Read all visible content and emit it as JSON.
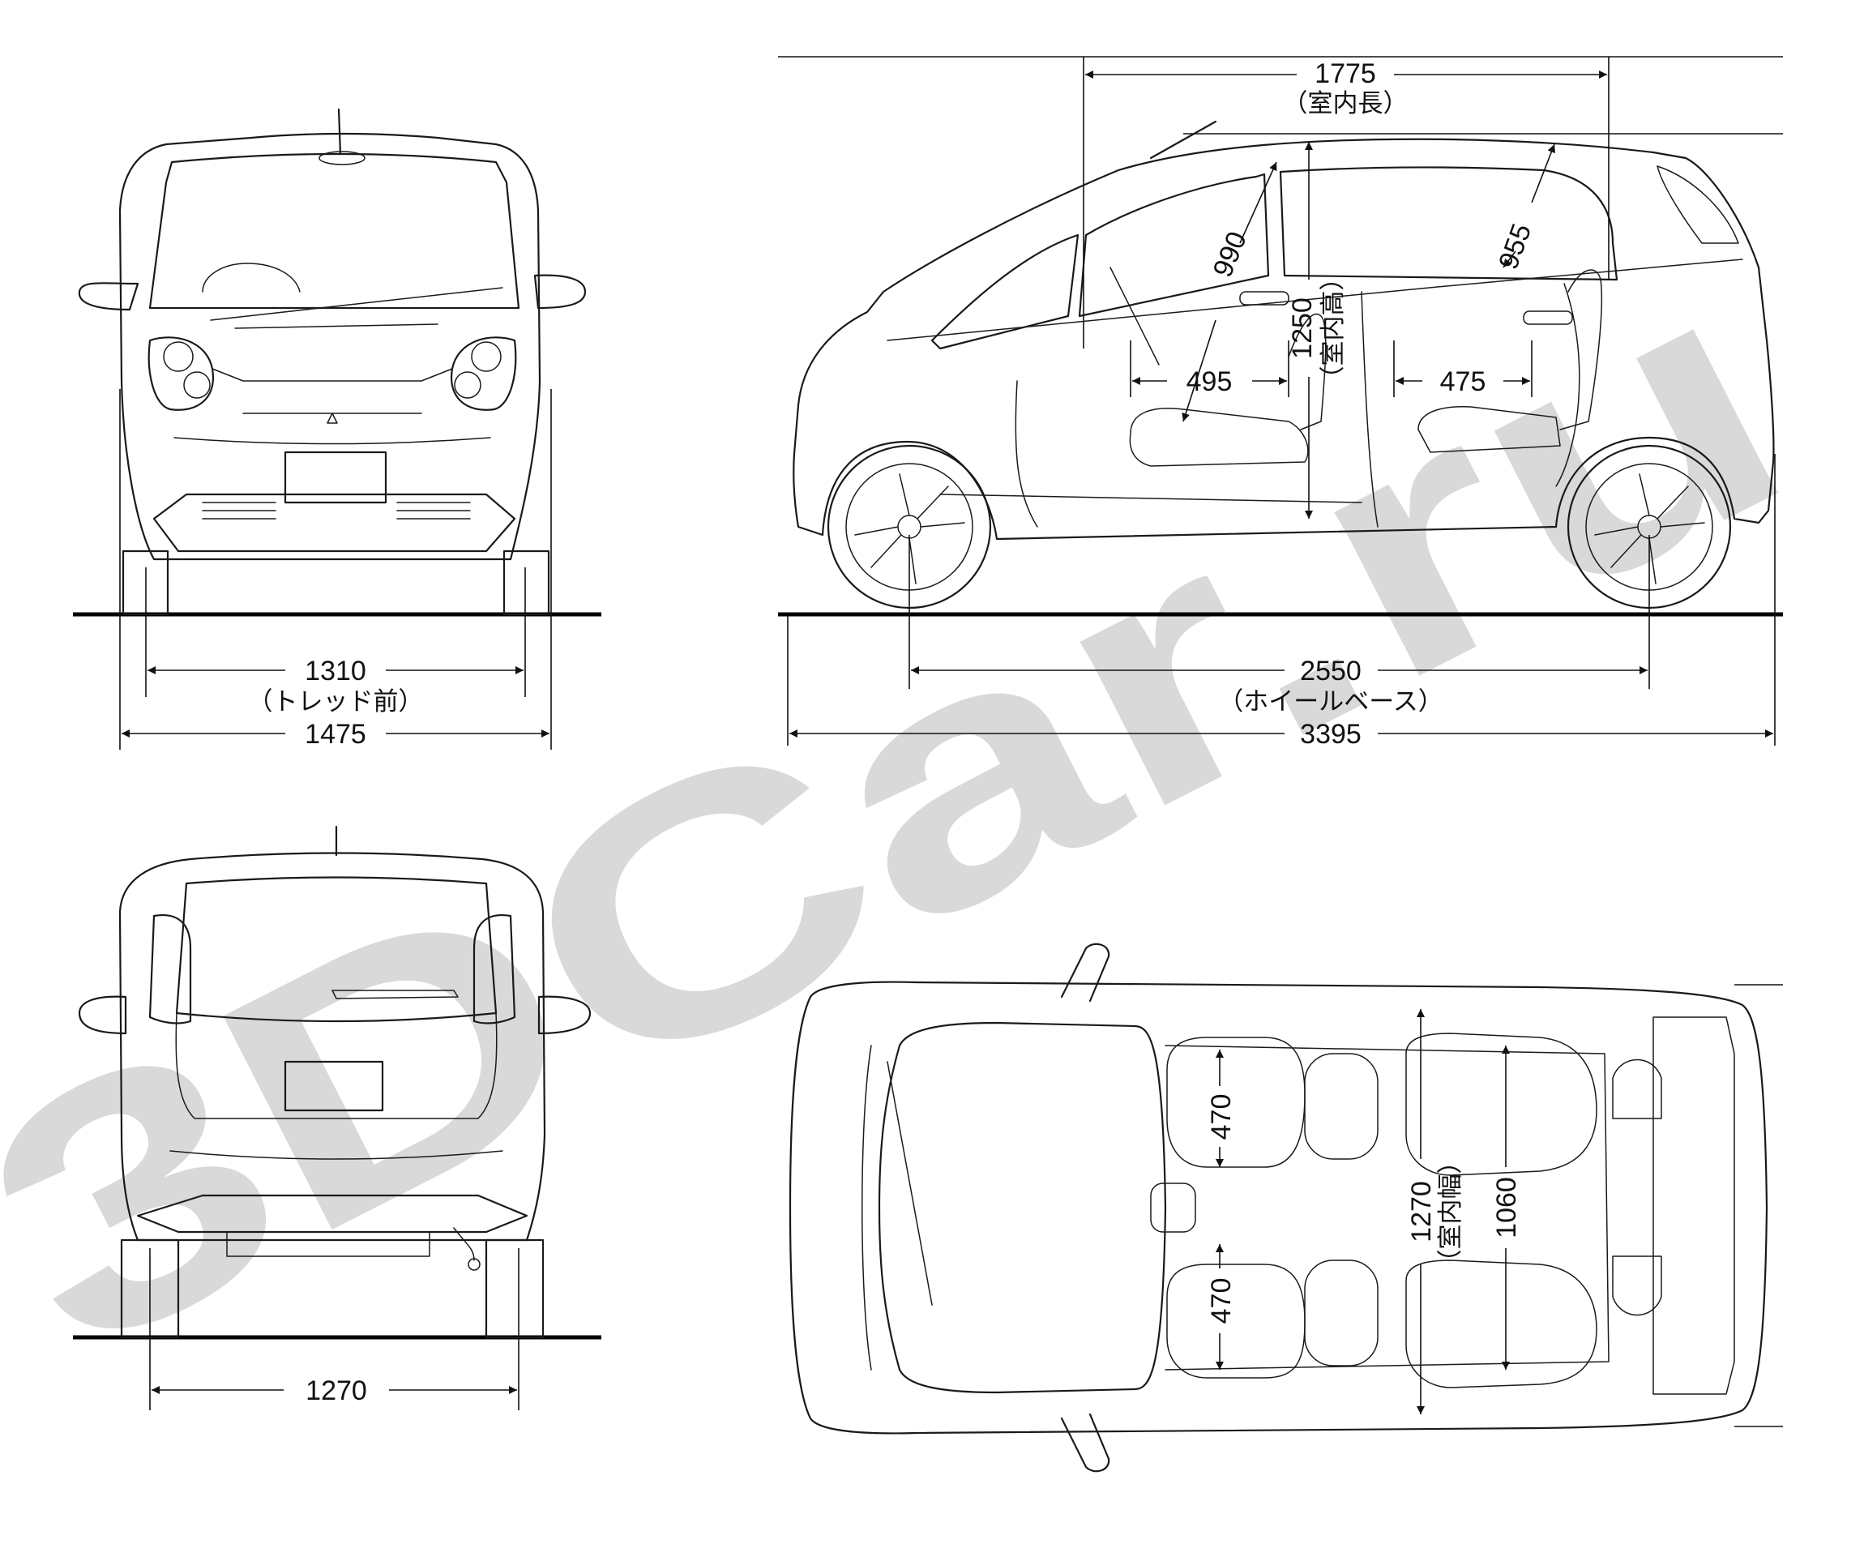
{
  "watermark": {
    "text": "3DCar.ru",
    "color": "#cfcfcf"
  },
  "front_view": {
    "tread_front": "1310",
    "tread_front_label": "（トレッド前）",
    "overall_width": "1475"
  },
  "rear_view": {
    "tread_rear": "1270"
  },
  "side_view": {
    "cabin_length": "1775",
    "cabin_length_label": "（室内長）",
    "front_headroom": "990",
    "rear_headroom": "955",
    "cabin_height": "1250",
    "cabin_height_label": "（室内高）",
    "front_seat_depth": "495",
    "rear_seat_depth": "475",
    "wheelbase": "2550",
    "wheelbase_label": "（ホイールベース）",
    "overall_length": "3395"
  },
  "top_view": {
    "front_seat_width_left": "470",
    "front_seat_width_right": "470",
    "cabin_width": "1270",
    "cabin_width_label": "（室内幅）",
    "rear_cabin_width": "1060"
  }
}
